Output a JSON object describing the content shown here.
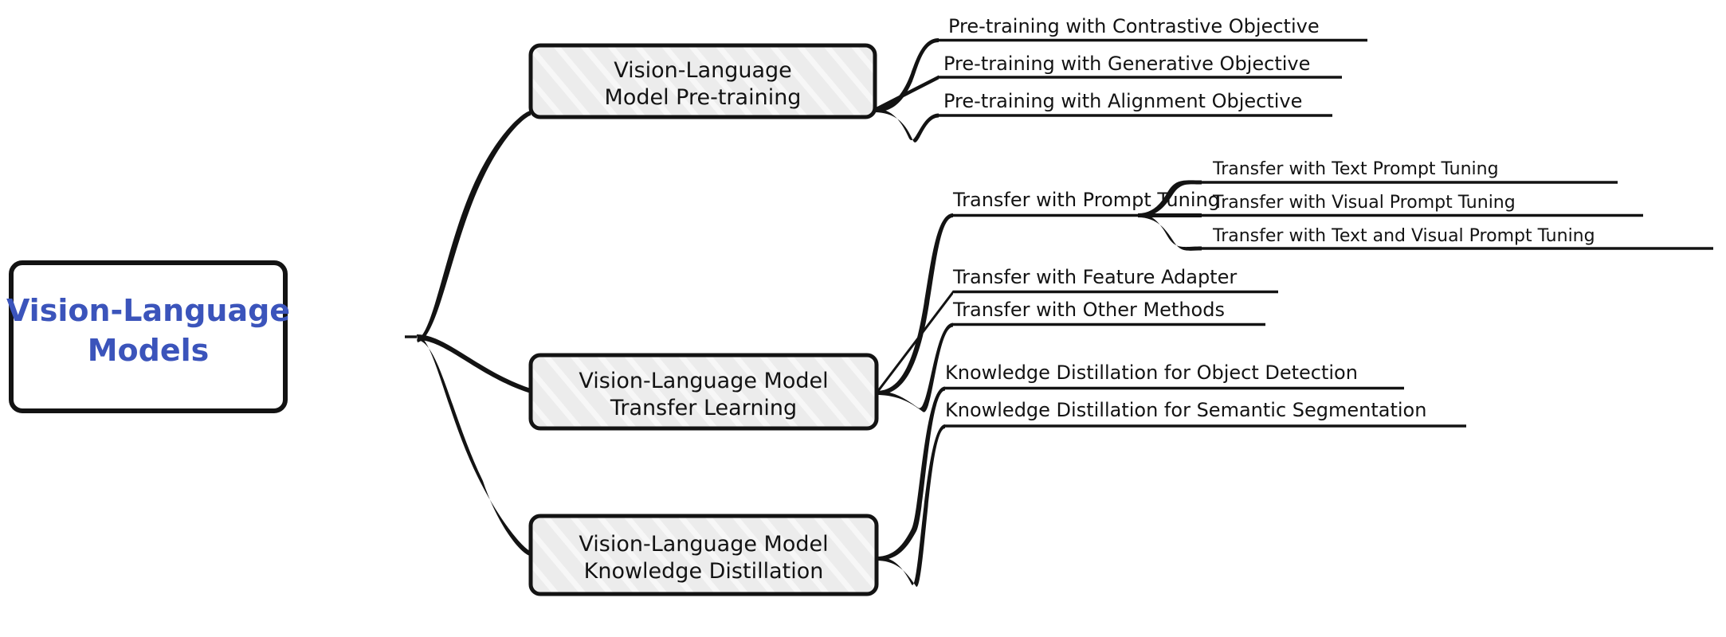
{
  "diagram": {
    "type": "mindmap",
    "title": "Vision-Language Models",
    "colors": {
      "root_text": "#3b54bb",
      "node_text": "#131313",
      "branch_fill": "#ececec",
      "branch_hatch": "#f7f7f7",
      "edge": "#131313",
      "background": "#ffffff"
    }
  },
  "root": {
    "label_line1": "Vision-Language",
    "label_line2": "Models"
  },
  "branches": [
    {
      "id": "pretraining",
      "label_line1": "Vision-Language",
      "label_line2": "Model Pre-training",
      "leaves": [
        {
          "label": "Pre-training with Contrastive Objective"
        },
        {
          "label": "Pre-training with Generative Objective"
        },
        {
          "label": "Pre-training with Alignment Objective"
        }
      ]
    },
    {
      "id": "transfer-learning",
      "label_line1": "Vision-Language Model",
      "label_line2": "Transfer Learning",
      "leaves": [
        {
          "label": "Transfer with Prompt Tuning",
          "children": [
            {
              "label": "Transfer with Text Prompt Tuning"
            },
            {
              "label": "Transfer with Visual Prompt Tuning"
            },
            {
              "label": "Transfer with Text and Visual Prompt Tuning"
            }
          ]
        },
        {
          "label": "Transfer with Feature Adapter"
        },
        {
          "label": "Transfer with Other Methods"
        }
      ]
    },
    {
      "id": "knowledge-distillation",
      "label_line1": "Vision-Language Model",
      "label_line2": "Knowledge Distillation",
      "leaves": [
        {
          "label": "Knowledge Distillation for Object Detection"
        },
        {
          "label": "Knowledge Distillation for Semantic Segmentation"
        }
      ]
    }
  ]
}
